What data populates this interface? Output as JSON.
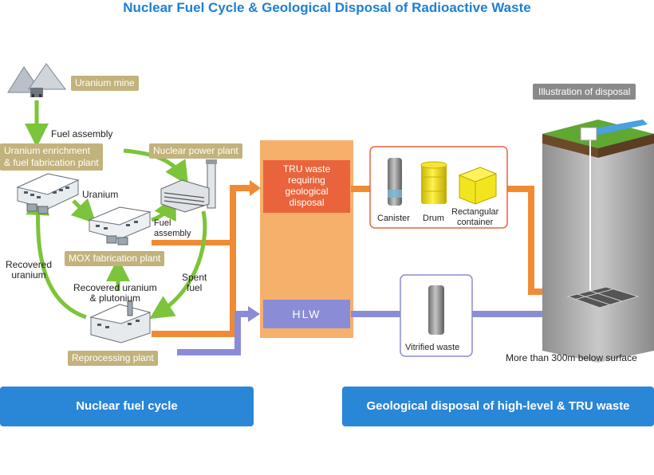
{
  "title": "Nuclear Fuel Cycle & Geological Disposal of Radioactive Waste",
  "colors": {
    "title_blue": "#1e7fd2",
    "tan_label": "#c2b27c",
    "green_arrow": "#7cc43a",
    "orange_arrow": "#f08b34",
    "purple_arrow": "#8b8cd6",
    "tru_box": "#e9643c",
    "storage_band": "#f5b06c",
    "button_blue": "#2a86d6",
    "grey_label": "#8a8a8a"
  },
  "facilities": {
    "uranium_mine": "Uranium mine",
    "enrichment": "Uranium enrichment\n& fuel fabrication plant",
    "power_plant": "Nuclear power plant",
    "mox": "MOX fabrication plant",
    "reprocessing": "Reprocessing plant"
  },
  "flows": {
    "fuel_assembly_top": "Fuel assembly",
    "uranium": "Uranium",
    "fuel_assembly_mid": "Fuel\nassembly",
    "spent_fuel": "Spent\nfuel",
    "recovered_uranium": "Recovered\nuranium",
    "recovered_u_pu": "Recovered uranium\n& plutonium"
  },
  "waste": {
    "tru_label": "TRU waste\nrequiring\ngeological\ndisposal",
    "hlw_label": "HLW",
    "containers": [
      "Canister",
      "Drum",
      "Rectangular\ncontainer"
    ],
    "vitrified": "Vitrified waste"
  },
  "disposal": {
    "illustration_label": "Illustration of disposal",
    "depth_note": "More than 300m below surface"
  },
  "buttons": {
    "left": "Nuclear fuel cycle",
    "right": "Geological disposal of high-level & TRU waste"
  }
}
